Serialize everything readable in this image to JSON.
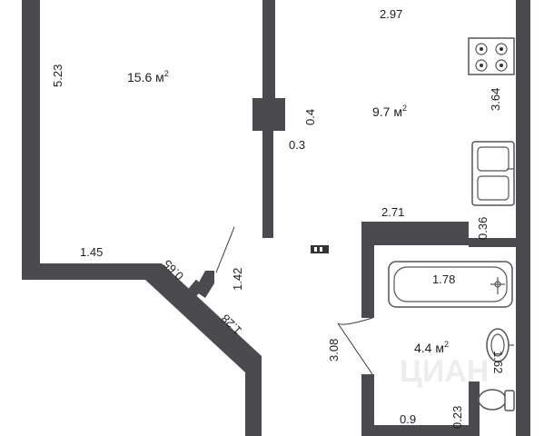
{
  "rooms": {
    "living": {
      "area": "15.6 м",
      "unit_sup": "2"
    },
    "kitchen": {
      "area": "9.7 м",
      "unit_sup": "2"
    },
    "bathroom": {
      "area": "4.4 м",
      "unit_sup": "2"
    }
  },
  "dimensions": {
    "d_2_97": "2.97",
    "d_5_23": "5.23",
    "d_0_4": "0.4",
    "d_0_3": "0.3",
    "d_3_64": "3.64",
    "d_2_71": "2.71",
    "d_0_36": "0.36",
    "d_1_45": "1.45",
    "d_0_65": "0.65",
    "d_1_42": "1.42",
    "d_1_28": "1.28",
    "d_1_78": "1.78",
    "d_3_08": "3.08",
    "d_1_62": "1.62",
    "d_0_9": "0.9",
    "d_0_23": "0.23"
  },
  "icons": [
    "stove-icon",
    "sink-icon",
    "bathtub-icon",
    "washbasin-icon",
    "toilet-icon",
    "meter-icon"
  ]
}
